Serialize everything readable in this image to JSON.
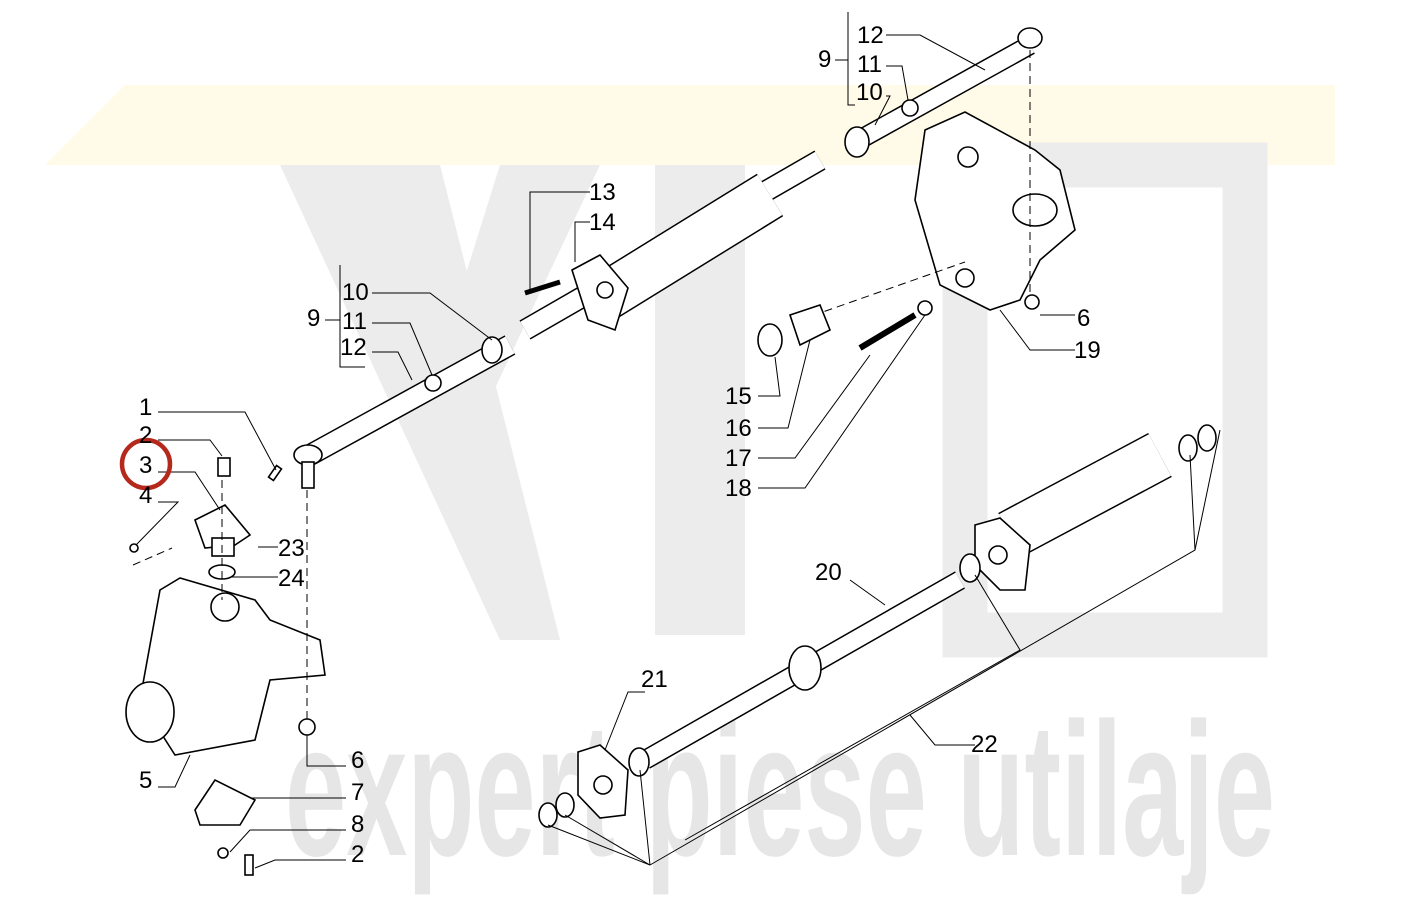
{
  "title": "Steering axle parts diagram",
  "watermark": "expert piese utilaje",
  "highlighted_callout": "3",
  "colors": {
    "highlight_circle": "#b5281c",
    "watermark": "#e6e6e6",
    "watermark_bg": "#fffbe8"
  },
  "callouts": [
    {
      "id": "c1",
      "text": "1"
    },
    {
      "id": "c2a",
      "text": "2"
    },
    {
      "id": "c3",
      "text": "3"
    },
    {
      "id": "c4",
      "text": "4"
    },
    {
      "id": "c5",
      "text": "5"
    },
    {
      "id": "c6a",
      "text": "6"
    },
    {
      "id": "c7",
      "text": "7"
    },
    {
      "id": "c8",
      "text": "8"
    },
    {
      "id": "c2b",
      "text": "2"
    },
    {
      "id": "c23",
      "text": "23"
    },
    {
      "id": "c24",
      "text": "24"
    },
    {
      "id": "c9a",
      "text": "9"
    },
    {
      "id": "c10a",
      "text": "10"
    },
    {
      "id": "c11a",
      "text": "11"
    },
    {
      "id": "c12a",
      "text": "12"
    },
    {
      "id": "c13",
      "text": "13"
    },
    {
      "id": "c14",
      "text": "14"
    },
    {
      "id": "c9b",
      "text": "9"
    },
    {
      "id": "c12b",
      "text": "12"
    },
    {
      "id": "c11b",
      "text": "11"
    },
    {
      "id": "c10b",
      "text": "10"
    },
    {
      "id": "c15",
      "text": "15"
    },
    {
      "id": "c16",
      "text": "16"
    },
    {
      "id": "c17",
      "text": "17"
    },
    {
      "id": "c18",
      "text": "18"
    },
    {
      "id": "c6b",
      "text": "6"
    },
    {
      "id": "c19",
      "text": "19"
    },
    {
      "id": "c20",
      "text": "20"
    },
    {
      "id": "c21",
      "text": "21"
    },
    {
      "id": "c22",
      "text": "22"
    }
  ]
}
